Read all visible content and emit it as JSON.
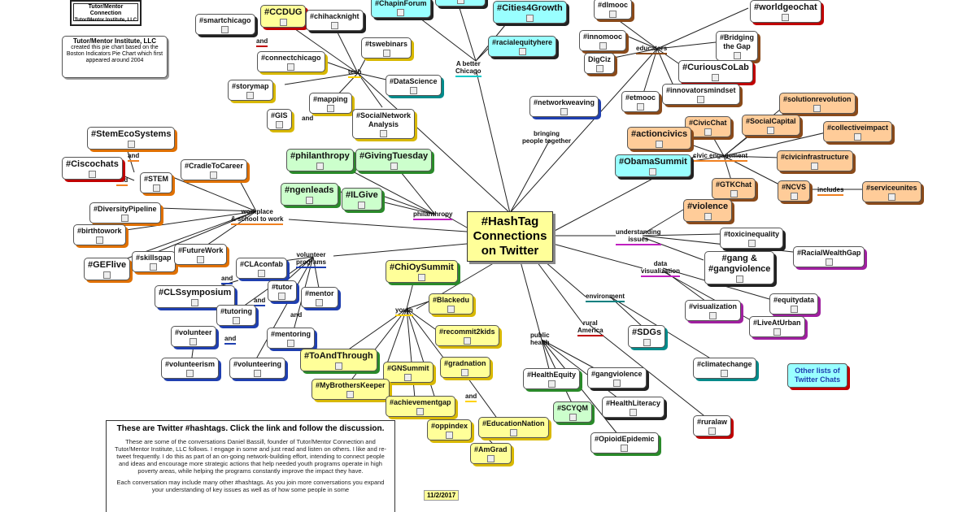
{
  "logo": {
    "line1": "Tutor/Mentor",
    "line2": "Connection",
    "footer": "Tutor/Mentor Institute, LLC"
  },
  "info_box": {
    "title": "Tutor/Mentor Institute, LLC",
    "text": "created this pie chart based on the Boston Indicators Pie Chart which first appeared around 2004"
  },
  "center": {
    "line1": "#HashTag",
    "line2": "Connections",
    "line3": "on Twitter"
  },
  "branches": {
    "tech": "tech",
    "better_chicago_1": "A better",
    "better_chicago_2": "Chicago",
    "educators": "educators",
    "bringing_1": "bringing",
    "bringing_2": "people together",
    "civic": "civic engagement",
    "includes": "includes",
    "understanding_1": "understanding",
    "understanding_2": "issues",
    "data_viz_1": "data",
    "data_viz_2": "visualization",
    "environment": "environment",
    "rural_1": "rural",
    "rural_2": "America",
    "public_health_1": "public",
    "public_health_2": "health",
    "youth": "youth",
    "volunteer_1": "volunteer",
    "volunteer_2": "programs",
    "philanthropy": "philanthropy",
    "workplace_1": "workplace",
    "workplace_2": "& school to work",
    "and": "and"
  },
  "nodes": {
    "ccdug": "#CCDUG",
    "smartchicago": "#smartchicago",
    "chihacknight": "#chihacknight",
    "tswebinars": "#tswebinars",
    "connectchicago": "#connectchicago",
    "datascience": "#DataScience",
    "storymap": "#storymap",
    "mapping": "#mapping",
    "gis": "#GIS",
    "socialnetwork_1": "#SocialNetwork",
    "socialnetwork_2": "Analysis",
    "chapinforum": "#ChapinForum",
    "cities4growth": "#Cities4Growth",
    "racialequityhere": "#racialequityhere",
    "dlmooc": "#dlmooc",
    "worldgeochat": "#worldgeochat",
    "innomooc": "#innomooc",
    "bridging_1": "#Bridging",
    "bridging_2": "the Gap",
    "digciz": "DigCiz",
    "curiouscolab": "#CuriousCoLab",
    "etmooc": "#etmooc",
    "innovatorsmindset": "#innovatorsmindset",
    "networkweaving": "#networkweaving",
    "solutionrevolution": "#solutionrevolution",
    "civicchat": "#CivicChat",
    "socialcapital": "#SocialCapital",
    "actioncivics": "#actioncivics",
    "collectiveimpact": "#collectiveimpact",
    "obamasummit": "#ObamaSummit",
    "civicinfrastructure": "#civicinfrastructure",
    "gtkchat": "#GTKChat",
    "ncvs": "#NCVS",
    "serviceunites": "#serviceunites",
    "violence": "#violence",
    "toxicinequality": "#toxicinequality",
    "gang_1": "#gang &",
    "gang_2": "#gangviolence",
    "racialwealthgap": "#RacialWealthGap",
    "equitydata": "#equitydata",
    "visualization": "#visualization",
    "liveaturban": "#LiveAtUrban",
    "sdgs": "#SDGs",
    "climatechange": "#climatechange",
    "ruralaw": "#ruralaw",
    "healthequity": "#HealthEquity",
    "gangviolence": "#gangviolence",
    "healthliteracy": "#HealthLiteracy",
    "scyqm": "#SCYQM",
    "opioidepidemic": "#OpioidEpidemic",
    "stemecosystems": "#StemEcoSystems",
    "ciscochats": "#Ciscochats",
    "stem": "#STEM",
    "cradletocareer": "#CradleToCareer",
    "diversitypipeline": "#DiversityPipeline",
    "birthtowork": "#birthtowork",
    "gefive": "#GEFlive",
    "skillsgap": "#skillsgap",
    "futurework": "#FutureWork",
    "philanthropy_tag": "#philanthropy",
    "givingtuesday": "#GivingTuesday",
    "ngenleads": "#ngenleads",
    "ilgive": "#ILGive",
    "claconfab": "#CLAconfab",
    "clssymposium": "#CLSsymposium",
    "tutor": "#tutor",
    "mentor": "#mentor",
    "tutoring": "#tutoring",
    "mentoring": "#mentoring",
    "volunteer": "#volunteer",
    "volunteerism": "#volunteerism",
    "volunteering": "#volunteering",
    "chioysummit": "#ChiOySummit",
    "blackedu": "#Blackedu",
    "recommit2kids": "#recommit2kids",
    "toandthrough": "#ToAndThrough",
    "gradnation": "#gradnation",
    "gnsummit": "#GNSummit",
    "mybrotherskeeper": "#MyBrothersKeeper",
    "achievementgap": "#achievementgap",
    "oppindex": "#oppindex",
    "educationnation": "#EducationNation",
    "amgrad": "#AmGrad"
  },
  "other_lists": "Other lists of Twitter Chats",
  "description": {
    "title": "These are Twitter #hashtags. Click the link and follow the discussion.",
    "para1": "These are some of the conversations Daniel Bassill, founder of Tutor/Mentor Connection and Tutor/Mentor Institute, LLC follows. I engage in some and just read and listen on others. I like and re-tweet frequently. I do this as part of an on-going network-building effort, intending to connect people and ideas and encourage more strategic actions that help needed youth programs operate in high poverty areas, while helping the programs constantly improve the impact they have.",
    "para2": "Each conversation may include many other #hashtags. As you join more conversations you expand your understanding of key issues as well as of how some people in some"
  },
  "date": "11/2/2017"
}
